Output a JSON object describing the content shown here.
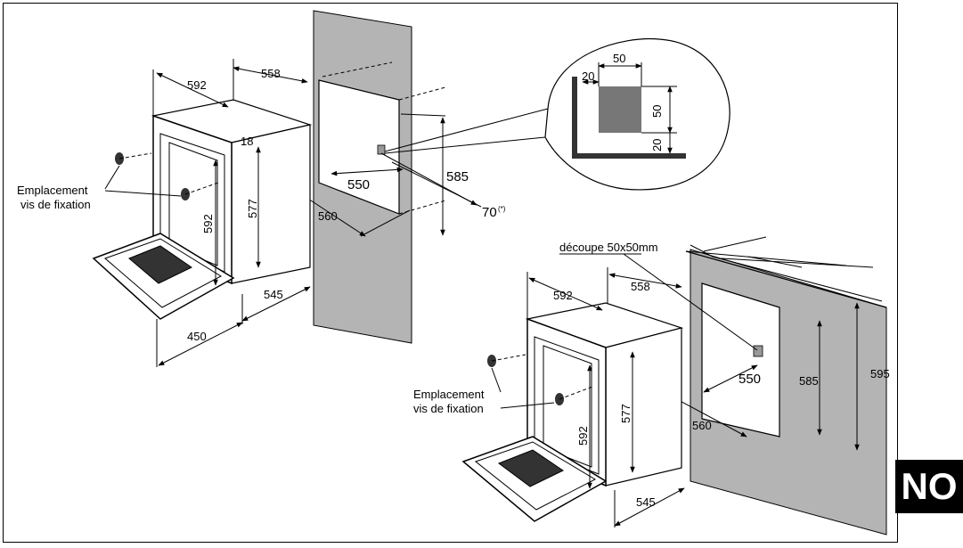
{
  "lang_badge": "NO",
  "labels": {
    "emplacement": "Emplacement",
    "vis_de_fixation": "vis de fixation",
    "decoupe": "découpe 50x50mm"
  },
  "top_diagram": {
    "w_592": "592",
    "d_558": "558",
    "t_18": "18",
    "h_577": "577",
    "h_592": "592",
    "d_545": "545",
    "d_450": "450",
    "niche_550": "550",
    "niche_585": "585",
    "niche_560": "560",
    "niche_70": "70",
    "note": "(*)"
  },
  "detail": {
    "d_20a": "20",
    "d_50a": "50",
    "d_50b": "50",
    "d_20b": "20"
  },
  "bottom_diagram": {
    "w_592": "592",
    "d_558": "558",
    "h_577": "577",
    "h_592": "592",
    "d_545": "545",
    "niche_550": "550",
    "niche_585": "585",
    "niche_595": "595",
    "niche_560": "560"
  },
  "colors": {
    "wall_gray": "#b4b4b4",
    "dark_glass": "#333333",
    "square_gray": "#777777"
  }
}
